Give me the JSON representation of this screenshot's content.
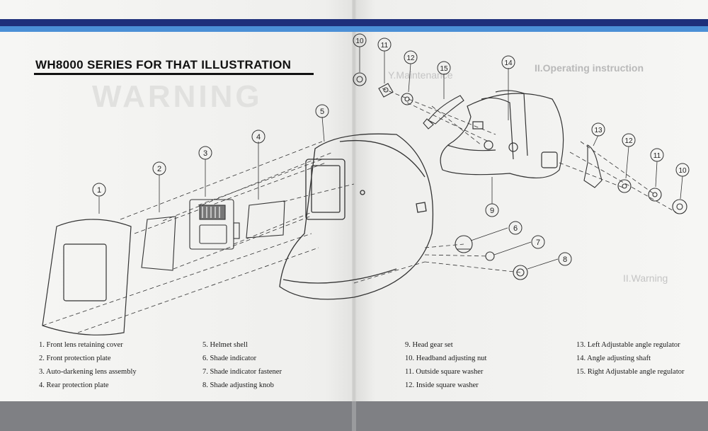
{
  "title": "WH8000 SERIES FOR THAT ILLUSTRATION",
  "background_text": {
    "warning": "WARNING",
    "operating": "II.Operating instruction",
    "maintenance": "Y.Maintenance",
    "warning_right": "II.Warning"
  },
  "callouts": [
    "1",
    "2",
    "3",
    "4",
    "5",
    "6",
    "7",
    "8",
    "9",
    "10",
    "11",
    "12",
    "13",
    "14",
    "15",
    "10",
    "11",
    "12"
  ],
  "parts": {
    "col1": [
      "1. Front lens retaining cover",
      "2. Front protection plate",
      "3. Auto-darkening lens assembly",
      "4. Rear protection plate"
    ],
    "col2": [
      "5. Helmet shell",
      "6. Shade indicator",
      "7. Shade indicator fastener",
      "8. Shade adjusting knob"
    ],
    "col3": [
      "9.   Head gear set",
      "10. Headband adjusting nut",
      "11. Outside square washer",
      "12. Inside square washer"
    ],
    "col4": [
      "13.  Left Adjustable angle regulator",
      "14. Angle adjusting shaft",
      "15. Right Adjustable angle regulator"
    ]
  },
  "colors": {
    "band_dark": "#1e2f7a",
    "band_light": "#4b8fd6",
    "footer": "#7f8084"
  }
}
